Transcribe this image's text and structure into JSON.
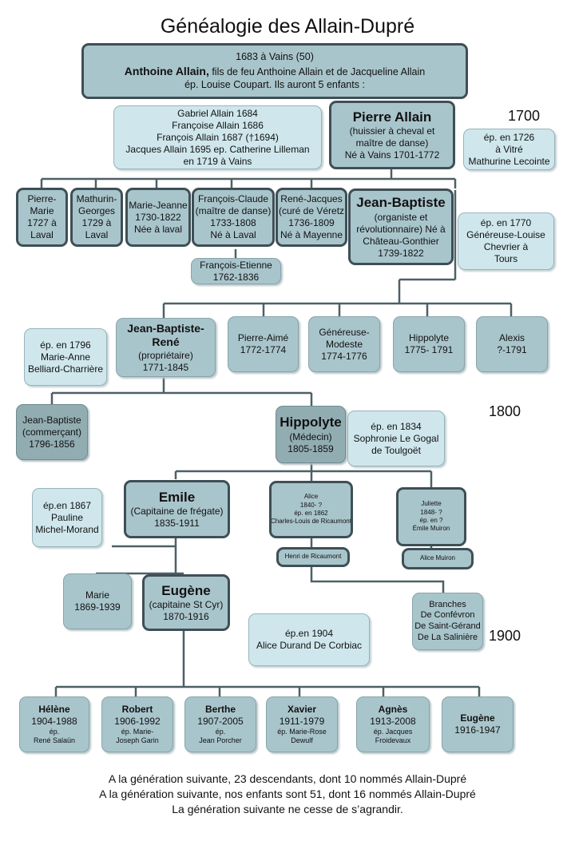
{
  "title": "Généalogie des Allain-Dupré",
  "years": [
    "1700",
    "1800",
    "1900"
  ],
  "boxes": {
    "anthoine": {
      "l1": "1683 à Vains (50)",
      "name": "Anthoine Allain,",
      "rest": " fils de feu Anthoine Allain et de Jacqueline Allain",
      "l3": "ép. Louise Coupart. Ils auront 5 enfants :"
    },
    "siblings": [
      "Gabriel Allain  1684",
      "Françoise Allain 1686",
      "François Allain  1687 (†1694)",
      "Jacques Allain 1695 ep. Catherine Lilleman",
      "en 1719 à Vains"
    ],
    "pierre": {
      "name": "Pierre Allain",
      "l1": "(huissier à cheval et",
      "l2": "maître de danse)",
      "l3": "Né à Vains 1701-1772"
    },
    "pierre_spouse": [
      "ép. en 1726",
      "à Vitré",
      "Mathurine Lecointe"
    ],
    "pierre_marie": [
      "Pierre-",
      "Marie",
      "1727 à",
      "Laval"
    ],
    "mathurin": [
      "Mathurin-",
      "Georges",
      "1729 à",
      "Laval"
    ],
    "marie_jeanne": [
      "Marie-Jeanne",
      "1730-1822",
      "Née à laval"
    ],
    "francois_claude": [
      "François-Claude",
      "(maître de danse)",
      "1733-1808",
      "Né à Laval"
    ],
    "rene_jacques": [
      "René-Jacques",
      "(curé de Véretz",
      "1736-1809",
      "Né à Mayenne"
    ],
    "jean_baptiste": {
      "name": "Jean-Baptiste",
      "l1": "(organiste et",
      "l2": "révolutionnaire) Né à",
      "l3": "Château-Gonthier",
      "l4": "1739-1822"
    },
    "jb_spouse": [
      "ép. en 1770",
      "Généreuse-Louise",
      "Chevrier à",
      "Tours"
    ],
    "francois_etienne": [
      "François-Etienne",
      "1762-1836"
    ],
    "jbr": {
      "name1": "Jean-Baptiste-",
      "name2": "René",
      "l1": "(propriétaire)",
      "l2": "1771-1845"
    },
    "jbr_spouse": [
      "ép. en 1796",
      "Marie-Anne",
      "Belliard-Charrière"
    ],
    "pierre_aime": [
      "Pierre-Aimé",
      "1772-1774"
    ],
    "genereuse": [
      "Généreuse-",
      "Modeste",
      "1774-1776"
    ],
    "hippolyte1": [
      "Hippolyte",
      "1775- 1791"
    ],
    "alexis": [
      "Alexis",
      "?-1791"
    ],
    "jb_commercant": [
      "Jean-Baptiste",
      "(commerçant)",
      "1796-1856"
    ],
    "hippolyte": {
      "name": "Hippolyte",
      "l1": "(Médecin)",
      "l2": "1805-1859"
    },
    "hippolyte_spouse": [
      "ép. en 1834",
      "Sophronie Le Gogal",
      "de Toulgoët"
    ],
    "emile": {
      "name": "Emile",
      "l1": "(Capitaine de frégate)",
      "l2": "1835-1911"
    },
    "emile_spouse": [
      "ép.en 1867",
      "Pauline",
      "Michel-Morand"
    ],
    "alice": [
      "Alice",
      "1840- ?",
      "ép. en 1862",
      "Charles-Louis de Ricaumont"
    ],
    "juliette": [
      "Juliette",
      "1848- ?",
      "ép. en ?",
      "Émile Muiron"
    ],
    "henri": "Henri de Ricaumont",
    "alice_muiron": "Alice Muiron",
    "branches": [
      "Branches",
      "De Confévron",
      "De Saint-Gérand",
      "De La Salinière"
    ],
    "marie": [
      "Marie",
      "1869-1939"
    ],
    "eugene": {
      "name": "Eugène",
      "l1": "(capitaine St Cyr)",
      "l2": "1870-1916"
    },
    "eugene_spouse": [
      "ép.en 1904",
      "Alice Durand De Corbiac"
    ],
    "helene": {
      "name": "Hélène",
      "l1": "1904-1988",
      "l2": "ép.",
      "l3": "René Salaün"
    },
    "robert": {
      "name": "Robert",
      "l1": "1906-1992",
      "l2": "ép. Marie-",
      "l3": "Joseph Garin"
    },
    "berthe": {
      "name": "Berthe",
      "l1": "1907-2005",
      "l2": "ép.",
      "l3": "Jean Porcher"
    },
    "xavier": {
      "name": "Xavier",
      "l1": "1911-1979",
      "l2": "ép. Marie-Rose",
      "l3": "Dewulf"
    },
    "agnes": {
      "name": "Agnès",
      "l1": "1913-2008",
      "l2": "ép. Jacques",
      "l3": "Froidevaux"
    },
    "eugene2": {
      "name": "Eugène",
      "l1": "1916-1947"
    }
  },
  "footer": [
    "A la génération suivante, 23 descendants, dont 10 nommés Allain-Dupré",
    "A la génération suivante, nos enfants sont 51, dont 16 nommés Allain-Dupré",
    "La génération suivante ne cesse de s’agrandir."
  ]
}
